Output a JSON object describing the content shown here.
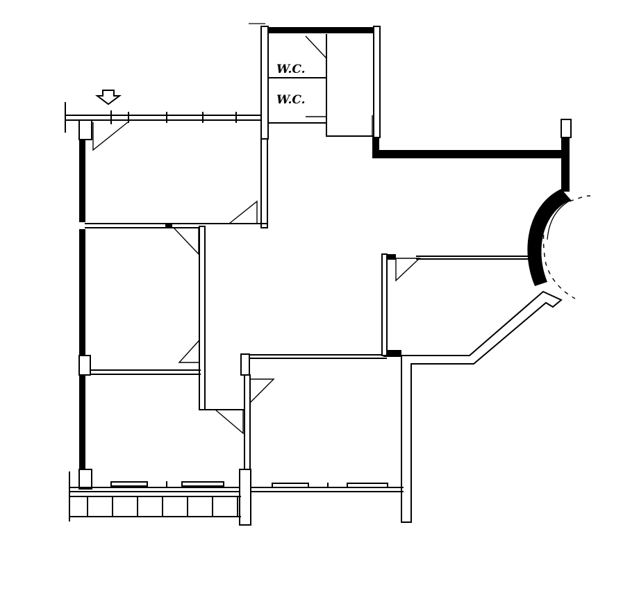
{
  "diagram": {
    "kind": "floor-plan",
    "rooms": [
      {
        "id": "wc-1",
        "label": "W.C."
      },
      {
        "id": "wc-2",
        "label": "W.C."
      }
    ],
    "entrance_marker": "arrow-down",
    "colors": {
      "wall": "#000000",
      "background": "#ffffff"
    }
  }
}
